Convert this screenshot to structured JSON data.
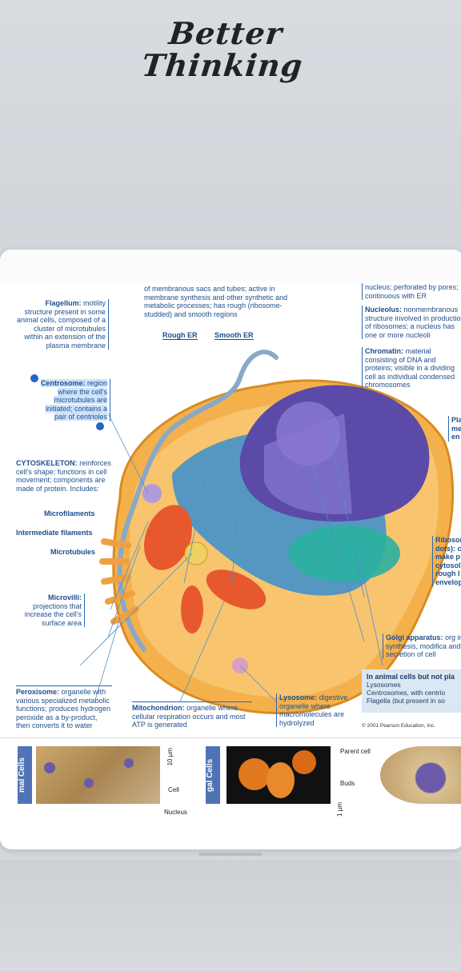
{
  "app": {
    "title_line1": "Better",
    "title_line2": "Thinking"
  },
  "figure": {
    "er_top": "of membranous sacs and tubes; active in membrane synthesis and other synthetic and metabolic processes; has rough (ribosome-studded) and smooth regions",
    "rough_er": "Rough ER",
    "smooth_er": "Smooth ER",
    "nuclear_top": "nucleus; perforated by pores; continuous with ER",
    "nucleolus_title": "Nucleolus:",
    "nucleolus_desc": "nonmembranous structure involved in production of ribosomes; a nucleus has one or more nucleoli",
    "chromatin_title": "Chromatin:",
    "chromatin_desc": "material consisting of DNA and proteins; visible in a dividing cell as individual condensed chromosomes",
    "plasma_cut": "Pla me en",
    "flagellum_title": "Flagellum:",
    "flagellum_desc": "motility structure present in some animal cells, composed of a cluster of microtubules within an extension of the plasma membrane",
    "centrosome_title": "Centrosome:",
    "centrosome_desc": "region where the cell's microtubules are initiated; contains a pair of centrioles",
    "cytoskeleton_title": "CYTOSKELETON:",
    "cytoskeleton_desc": "reinforces cell's shape; functions in cell movement; components are made of protein. Includes:",
    "microfilaments": "Microfilaments",
    "intermediate": "Intermediate filaments",
    "microtubules": "Microtubules",
    "microvilli_title": "Microvilli:",
    "microvilli_desc": "projections that increase the cell's surface area",
    "ribosome_cut": "Ribosom dots): c make p cytosol rough l envelop",
    "golgi_title": "Golgi apparatus:",
    "golgi_desc": "org in synthesis, modifica and secretion of cell",
    "peroxisome_title": "Peroxisome:",
    "peroxisome_desc": "organelle with various specialized metabolic functions; produces hydrogen peroxide as a by-product, then converts it to water",
    "mito_title": "Mitochondrion:",
    "mito_desc": "organelle where cellular respiration occurs and most ATP is generated",
    "lysosome_title": "Lysosome:",
    "lysosome_desc": "digestive organelle where macromolecules are hydrolyzed",
    "animal_box_title": "In animal cells but not pla",
    "animal_box_l1": "Lysosomes",
    "animal_box_l2": "Centrosomes, with centrio",
    "animal_box_l3": "Flagella (but present in so",
    "copyright": "© 2001 Pearson Education, Inc."
  },
  "strip": {
    "tab1": "mal Cells",
    "tab2": "gal Cells",
    "scale1": "10 µm",
    "cell": "Cell",
    "nucleus": "Nucleus",
    "parent": "Parent cell",
    "buds": "Buds",
    "scale2": "1 µm"
  }
}
